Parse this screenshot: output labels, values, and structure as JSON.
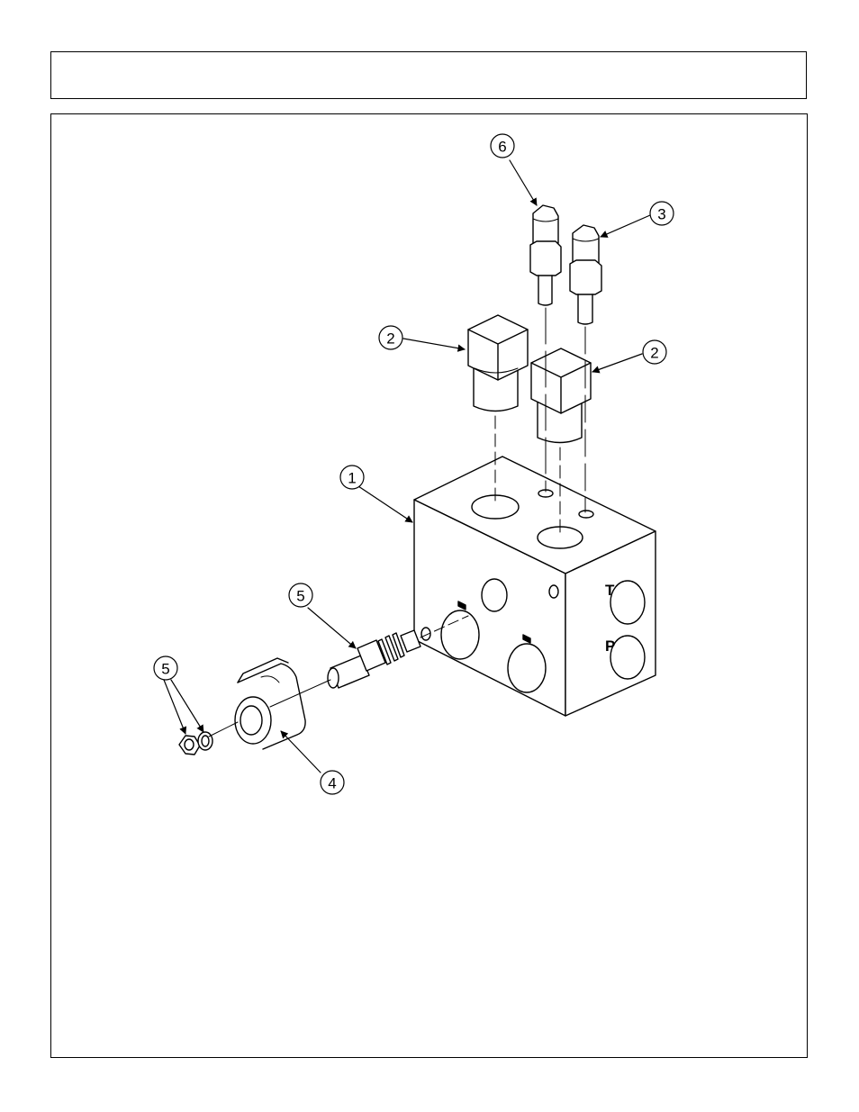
{
  "header": {
    "title": ""
  },
  "callouts": [
    {
      "id": "c1",
      "label": "1"
    },
    {
      "id": "c2a",
      "label": "2"
    },
    {
      "id": "c2b",
      "label": "2"
    },
    {
      "id": "c3",
      "label": "3"
    },
    {
      "id": "c4",
      "label": "4"
    },
    {
      "id": "c5a",
      "label": "5"
    },
    {
      "id": "c5b",
      "label": "5"
    },
    {
      "id": "c6",
      "label": "6"
    }
  ],
  "port_marks": {
    "top": "T",
    "bottom": "P"
  }
}
